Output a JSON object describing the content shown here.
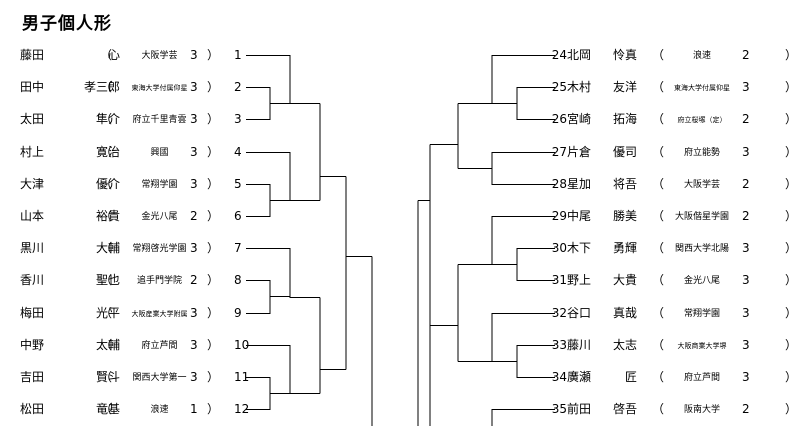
{
  "title": "男子個人形",
  "left": [
    {
      "seed": "1",
      "family": "藤田",
      "given": "心",
      "school": "大阪学芸",
      "grade": "3"
    },
    {
      "seed": "2",
      "family": "田中",
      "given": "孝三郎",
      "school": "東海大学付属仰星",
      "grade": "3"
    },
    {
      "seed": "3",
      "family": "太田",
      "given": "隼介",
      "school": "府立千里青雲",
      "grade": "3"
    },
    {
      "seed": "4",
      "family": "村上",
      "given": "寛治",
      "school": "興國",
      "grade": "3"
    },
    {
      "seed": "5",
      "family": "大津",
      "given": "優介",
      "school": "常翔学園",
      "grade": "3"
    },
    {
      "seed": "6",
      "family": "山本",
      "given": "裕貴",
      "school": "金光八尾",
      "grade": "2"
    },
    {
      "seed": "7",
      "family": "黒川",
      "given": "大輔",
      "school": "常翔啓光学園",
      "grade": "3"
    },
    {
      "seed": "8",
      "family": "香川",
      "given": "聖也",
      "school": "追手門学院",
      "grade": "2"
    },
    {
      "seed": "9",
      "family": "梅田",
      "given": "光平",
      "school": "大阪産業大学附属",
      "grade": "3"
    },
    {
      "seed": "10",
      "family": "中野",
      "given": "太輔",
      "school": "府立芦間",
      "grade": "3"
    },
    {
      "seed": "11",
      "family": "吉田",
      "given": "賢斗",
      "school": "関西大学第一",
      "grade": "3"
    },
    {
      "seed": "12",
      "family": "松田",
      "given": "竜基",
      "school": "浪速",
      "grade": "1"
    }
  ],
  "right": [
    {
      "seed": "24",
      "family": "北岡",
      "given": "怜真",
      "school": "浪速",
      "grade": "2"
    },
    {
      "seed": "25",
      "family": "木村",
      "given": "友洋",
      "school": "東海大学付属仰星",
      "grade": "3"
    },
    {
      "seed": "26",
      "family": "宮崎",
      "given": "拓海",
      "school": "府立桜塚（定）",
      "grade": "2"
    },
    {
      "seed": "27",
      "family": "片倉",
      "given": "優司",
      "school": "府立能勢",
      "grade": "3"
    },
    {
      "seed": "28",
      "family": "星加",
      "given": "将吾",
      "school": "大阪学芸",
      "grade": "2"
    },
    {
      "seed": "29",
      "family": "中尾",
      "given": "勝美",
      "school": "大阪偕星学園",
      "grade": "2"
    },
    {
      "seed": "30",
      "family": "木下",
      "given": "勇輝",
      "school": "関西大学北陽",
      "grade": "3"
    },
    {
      "seed": "31",
      "family": "野上",
      "given": "大貴",
      "school": "金光八尾",
      "grade": "3"
    },
    {
      "seed": "32",
      "family": "谷口",
      "given": "真哉",
      "school": "常翔学園",
      "grade": "3"
    },
    {
      "seed": "33",
      "family": "藤川",
      "given": "太志",
      "school": "大阪商業大学堺",
      "grade": "3"
    },
    {
      "seed": "34",
      "family": "廣瀬",
      "given": "匠",
      "school": "府立芦間",
      "grade": "3"
    },
    {
      "seed": "35",
      "family": "前田",
      "given": "啓吾",
      "school": "阪南大学",
      "grade": "2"
    }
  ],
  "paren_open": "（",
  "paren_close": "）"
}
